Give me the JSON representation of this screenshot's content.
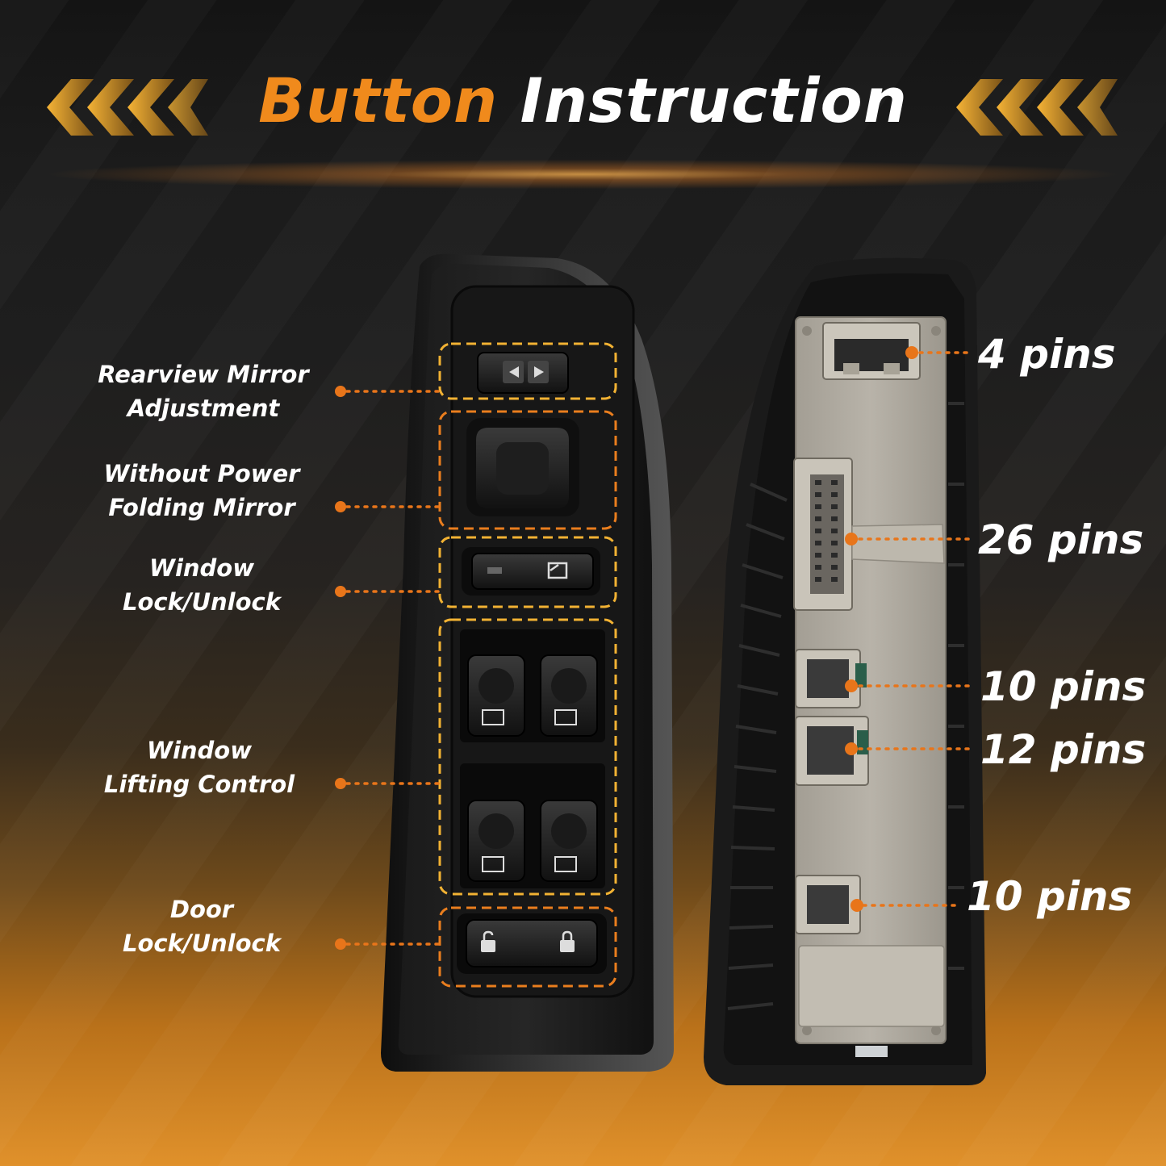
{
  "title": {
    "word1": "Button",
    "word2": "Instruction"
  },
  "colors": {
    "accent": "#f08a1c",
    "text": "#ffffff",
    "dash_yellow": "#f2b233",
    "dash_orange": "#e8751a"
  },
  "front_labels": [
    {
      "line1": "Rearview Mirror",
      "line2": "Adjustment"
    },
    {
      "line1": "Without Power",
      "line2": "Folding Mirror"
    },
    {
      "line1": "Window",
      "line2": "Lock/Unlock"
    },
    {
      "line1": "Window",
      "line2": "Lifting Control"
    },
    {
      "line1": "Door",
      "line2": "Lock/Unlock"
    }
  ],
  "connectors": [
    {
      "label": "4 pins"
    },
    {
      "label": "26 pins"
    },
    {
      "label": "10 pins"
    },
    {
      "label": "12 pins"
    },
    {
      "label": "10 pins"
    }
  ],
  "icons": [
    "chevron-left-icon",
    "arrow-left-icon",
    "arrow-right-icon",
    "window-icon",
    "unlock-icon",
    "lock-icon"
  ]
}
